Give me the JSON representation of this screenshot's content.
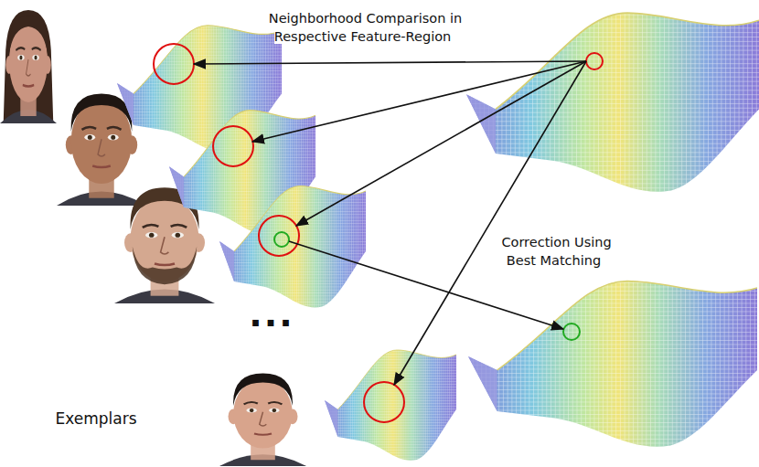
{
  "diagram": {
    "labels": [
      "Neighborhood Comparison in Respective Feature-Region",
      "Correction Using Best Matching",
      "Exemplars",
      "..."
    ]
  }
}
